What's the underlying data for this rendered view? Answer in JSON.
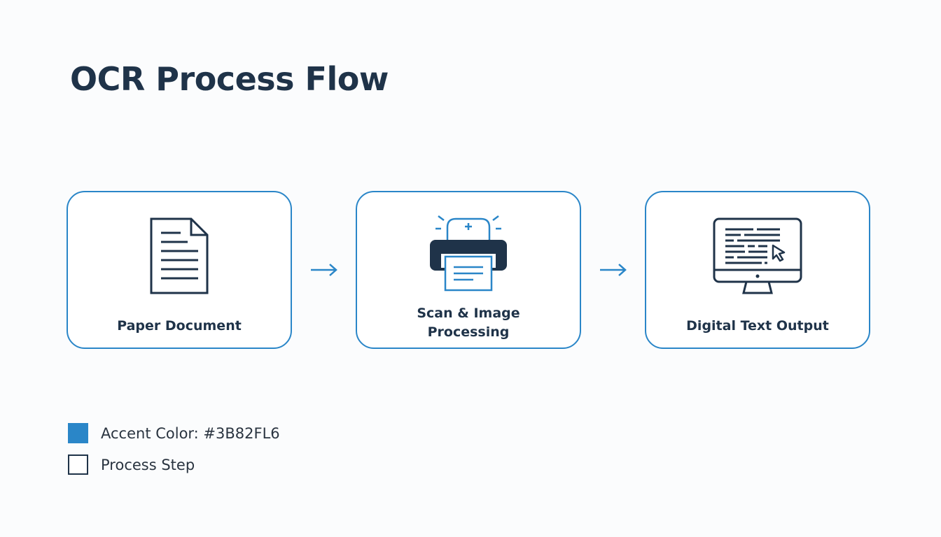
{
  "title": "OCR Process Flow",
  "steps": [
    {
      "label": "Paper Document",
      "icon": "document-icon"
    },
    {
      "label": "Scan & Image Processing",
      "label_line1": "Scan & Image",
      "label_line2": "Processing",
      "icon": "scanner-icon"
    },
    {
      "label": "Digital Text Output",
      "icon": "monitor-icon"
    }
  ],
  "legend": [
    {
      "label": "Accent Color: #3B82FL6",
      "color": "#2a86c8"
    },
    {
      "label": "Process Step",
      "color": "#1f3349"
    }
  ],
  "colors": {
    "accent": "#2a86c8",
    "dark": "#1f3349"
  }
}
